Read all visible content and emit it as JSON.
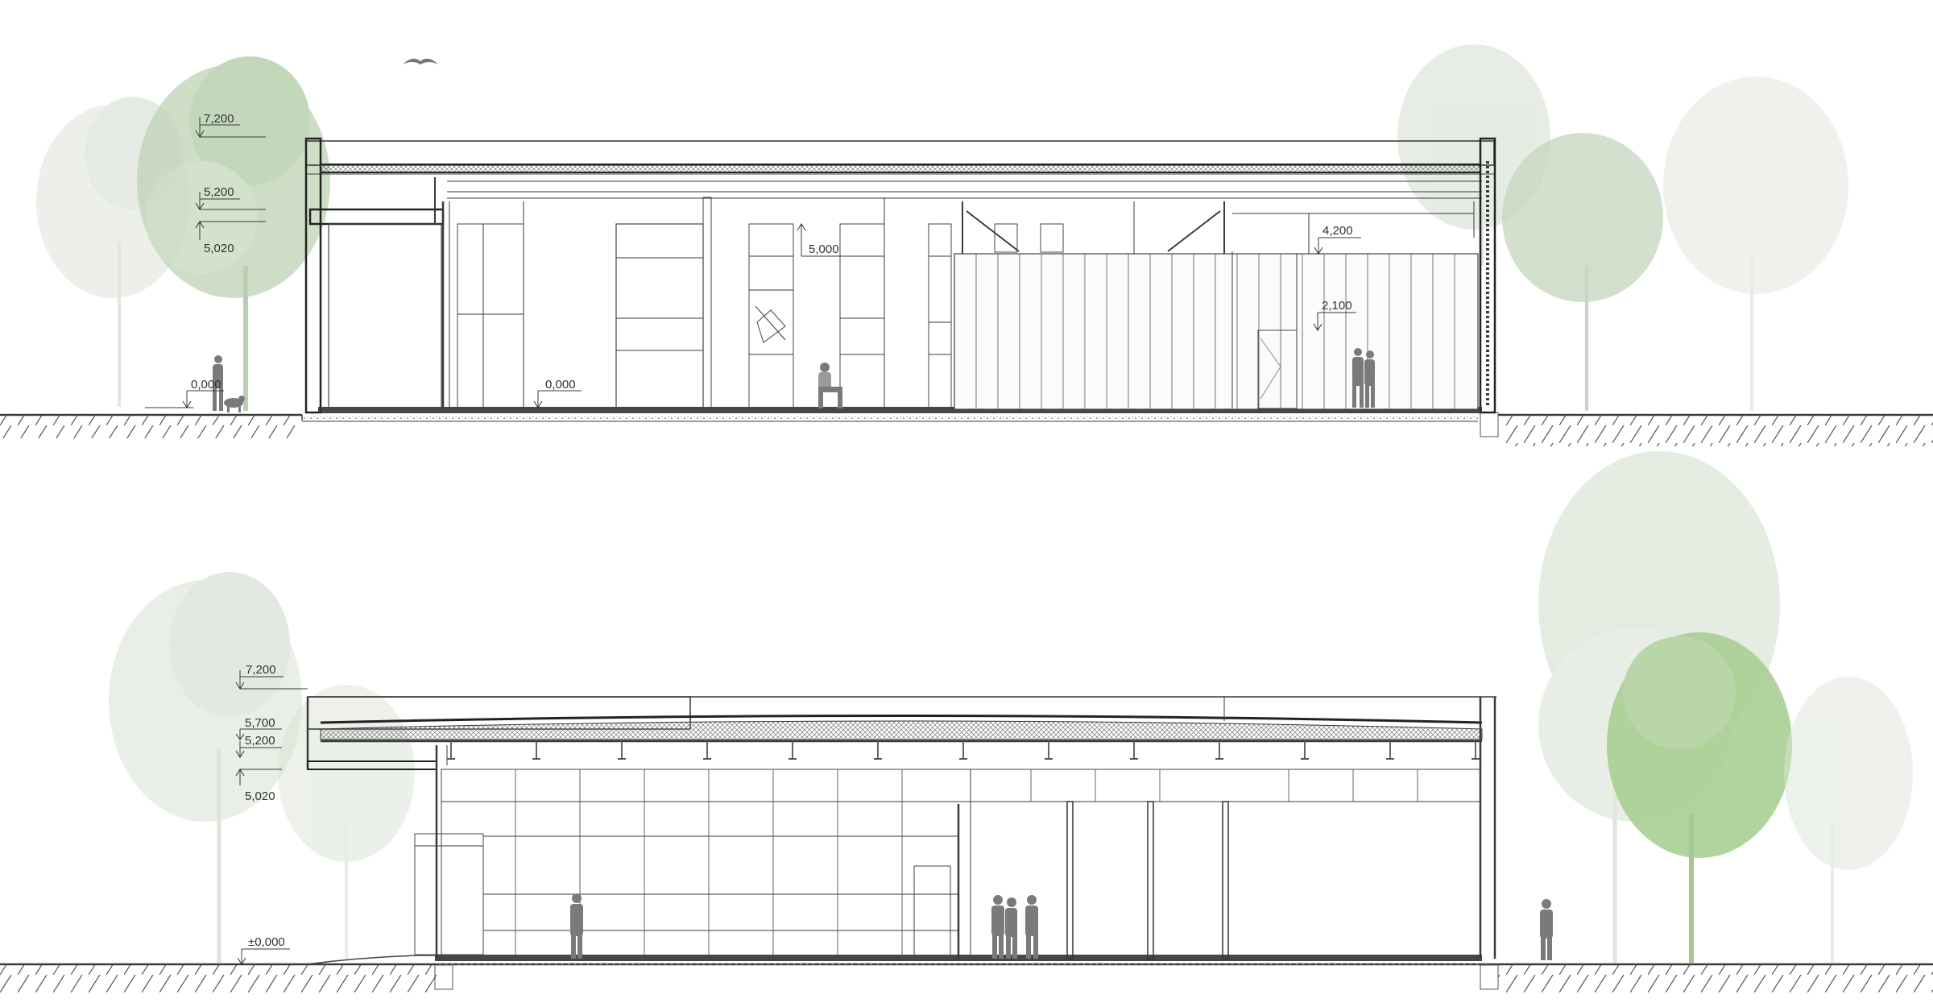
{
  "section_top": {
    "levels": {
      "roof_top": "7,200",
      "beam_top": "5,200",
      "beam_bottom": "5,020",
      "exterior_ground": "0,000",
      "interior_floor": "0,000",
      "window_head": "5,000",
      "partition_top": "4,200",
      "door_head": "2,100"
    }
  },
  "section_bottom": {
    "levels": {
      "roof_top": "7,200",
      "ridge": "5,700",
      "beam_top": "5,200",
      "beam_bottom": "5,020",
      "ground": "±0,000"
    }
  },
  "colors": {
    "tree_light": "#d6ddd2",
    "tree_mid": "#bcd1b3",
    "tree_green": "#9ccc86",
    "figure_gray": "#7a7a7a",
    "line_dark": "#3a3a3a"
  }
}
